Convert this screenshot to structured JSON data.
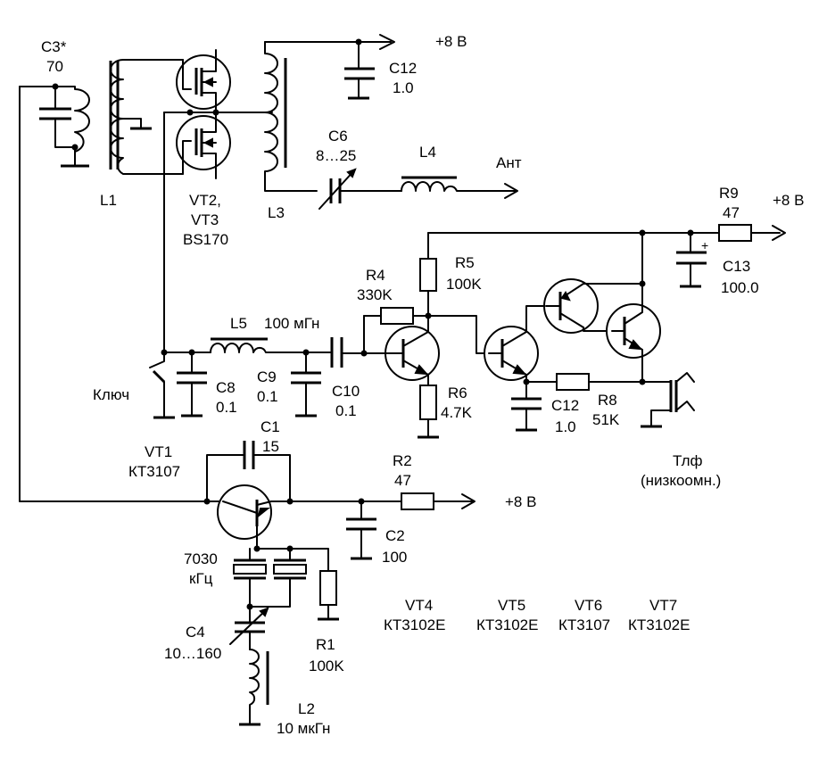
{
  "labels": {
    "c3": "C3*",
    "c3_val": "70",
    "l1": "L1",
    "vt23_a": "VT2,",
    "vt23_b": "VT3",
    "vt23_c": "BS170",
    "l3": "L3",
    "supply_top": "+8 В",
    "c12a": "C12",
    "c12a_val": "1.0",
    "c6": "C6",
    "c6_val": "8…25",
    "l4": "L4",
    "ant": "Ант",
    "r9": "R9",
    "r9_val": "47",
    "supply_right": "+8 В",
    "c13": "C13",
    "c13_val": "100.0",
    "r5": "R5",
    "r5_val": "100K",
    "r4": "R4",
    "r4_val": "330K",
    "l5": "L5",
    "l5_val": "100 мГн",
    "key": "Ключ",
    "c8": "C8",
    "c8_val": "0.1",
    "c9": "C9",
    "c9_val": "0.1",
    "c10": "C10",
    "c10_val": "0.1",
    "r6": "R6",
    "r6_val": "4.7K",
    "c12b": "C12",
    "c12b_val": "1.0",
    "r8": "R8",
    "r8_val": "51K",
    "tlf": "Тлф",
    "tlf_note": "(низкоомн.)",
    "vt1": "VT1",
    "vt1_type": "КТ3107",
    "c1": "C1",
    "c1_val": "15",
    "r2": "R2",
    "r2_val": "47",
    "supply_mid": "+8 В",
    "c2": "C2",
    "c2_val": "100",
    "xtal_a": "7030",
    "xtal_b": "кГц",
    "c4": "C4",
    "c4_val": "10…160",
    "r1": "R1",
    "r1_val": "100K",
    "l2": "L2",
    "l2_val": "10 мкГн",
    "vt4": "VT4",
    "vt4_type": "КТ3102Е",
    "vt5": "VT5",
    "vt5_type": "КТ3102Е",
    "vt6": "VT6",
    "vt6_type": "КТ3107",
    "vt7": "VT7",
    "vt7_type": "КТ3102Е"
  }
}
